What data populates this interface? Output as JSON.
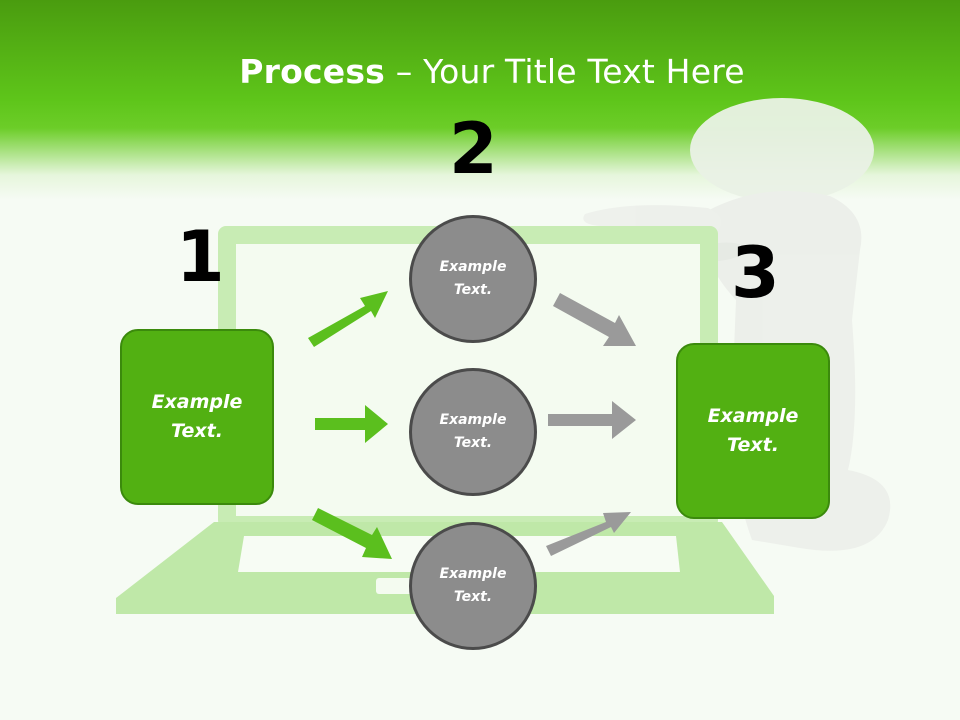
{
  "slide": {
    "title_bold": "Process",
    "title_rest": " – Your Title Text Here",
    "numbers": [
      "1",
      "2",
      "3"
    ],
    "left_box": {
      "line1": "Example",
      "line2": "Text."
    },
    "right_box": {
      "line1": "Example",
      "line2": "Text."
    },
    "circles": [
      {
        "line1": "Example",
        "line2": "Text."
      },
      {
        "line1": "Example",
        "line2": "Text."
      },
      {
        "line1": "Example",
        "line2": "Text."
      }
    ]
  },
  "colors": {
    "header_green": "#5ec51a",
    "box_green": "#52b012",
    "arrow_green": "#5bbf1e",
    "circle_gray": "#8c8c8c",
    "arrow_gray": "#9a9a9a"
  }
}
